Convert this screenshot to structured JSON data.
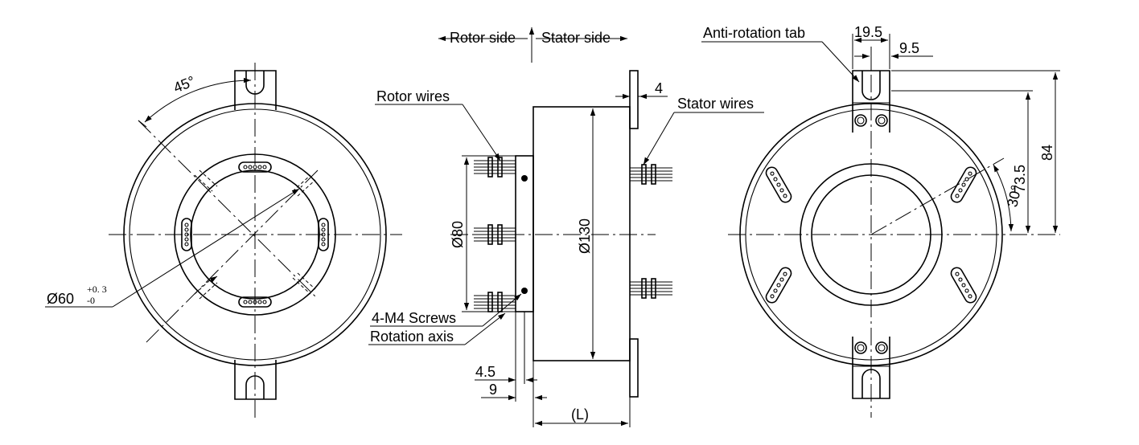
{
  "labels": {
    "rotor_side": "Rotor side",
    "stator_side": "Stator side",
    "rotor_wires": "Rotor wires",
    "stator_wires": "Stator wires",
    "screws": "4-M4 Screws",
    "rotation_axis": "Rotation axis",
    "anti_rotation_tab": "Anti-rotation tab"
  },
  "dimensions": {
    "angle_45": "45°",
    "bore_diameter": "Ø60",
    "bore_tol_upper": "+0. 3",
    "bore_tol_lower": "-0",
    "dia_80": "Ø80",
    "dia_130": "Ø130",
    "flange_4": "4",
    "offset_4_5": "4.5",
    "offset_9": "9",
    "length_L": "(L)",
    "tab_19_5": "19.5",
    "tab_9_5": "9.5",
    "height_73_5": "73.5",
    "height_84": "84",
    "angle_30": "30°"
  }
}
